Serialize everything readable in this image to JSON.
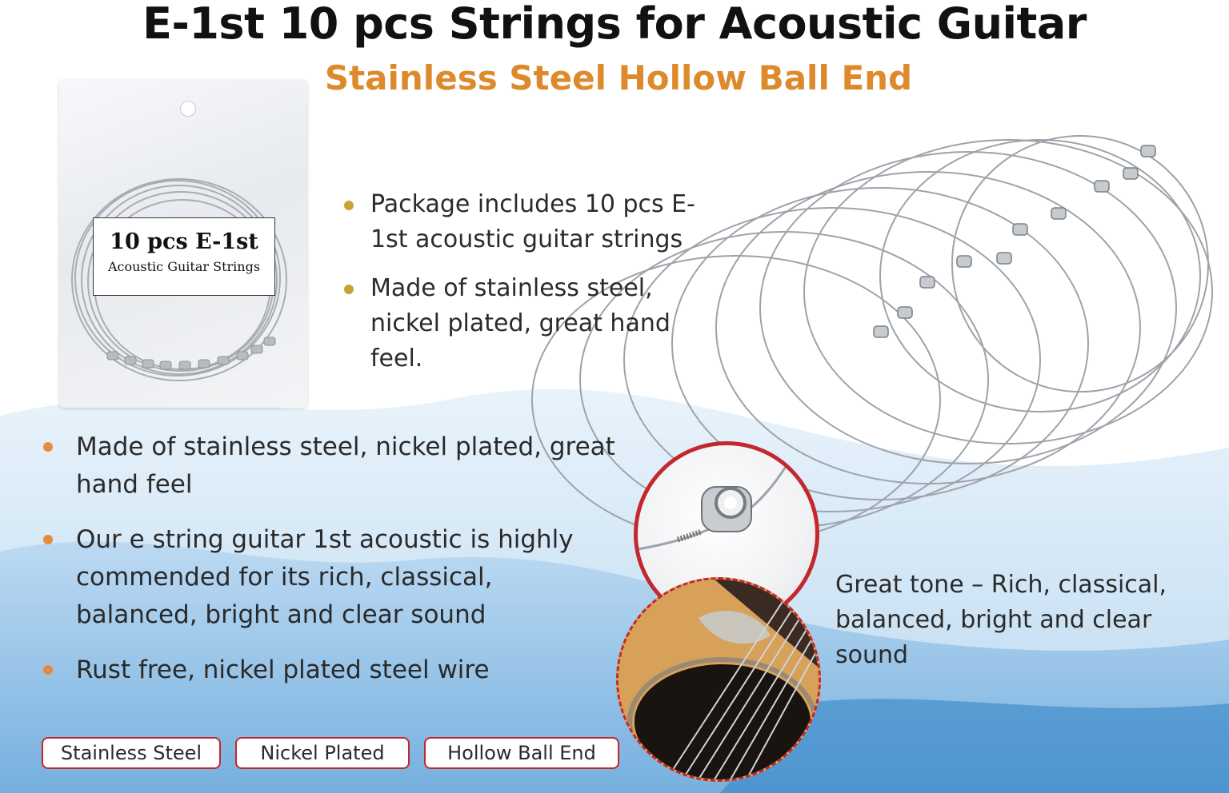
{
  "header": {
    "title": "E-1st 10 pcs Strings for Acoustic Guitar",
    "subtitle": "Stainless Steel Hollow Ball End"
  },
  "package": {
    "label_line1": "10 pcs E-1st",
    "label_line2": "Acoustic Guitar Strings"
  },
  "features_top": [
    "Package includes 10 pcs E-1st acoustic guitar strings",
    "Made of stainless steel, nickel plated, great hand feel."
  ],
  "features_main": [
    "Made of stainless steel, nickel plated, great hand feel",
    "Our e string guitar 1st acoustic is highly commended for its rich, classical, balanced, bright and clear sound",
    "Rust free, nickel plated steel wire"
  ],
  "tone_text": "Great tone – Rich, classical, balanced, bright and clear sound",
  "badges": [
    "Stainless Steel",
    "Nickel Plated",
    "Hollow Ball End"
  ],
  "colors": {
    "title": "#111111",
    "subtitle": "#dc8a2c",
    "bullet_top": "#c8a233",
    "bullet_main": "#e88a3c",
    "accent_red": "#c0282d",
    "water": "#3f8fd0"
  },
  "icons": {
    "bullet": "dot-icon",
    "ball_end": "ball-end-icon"
  }
}
